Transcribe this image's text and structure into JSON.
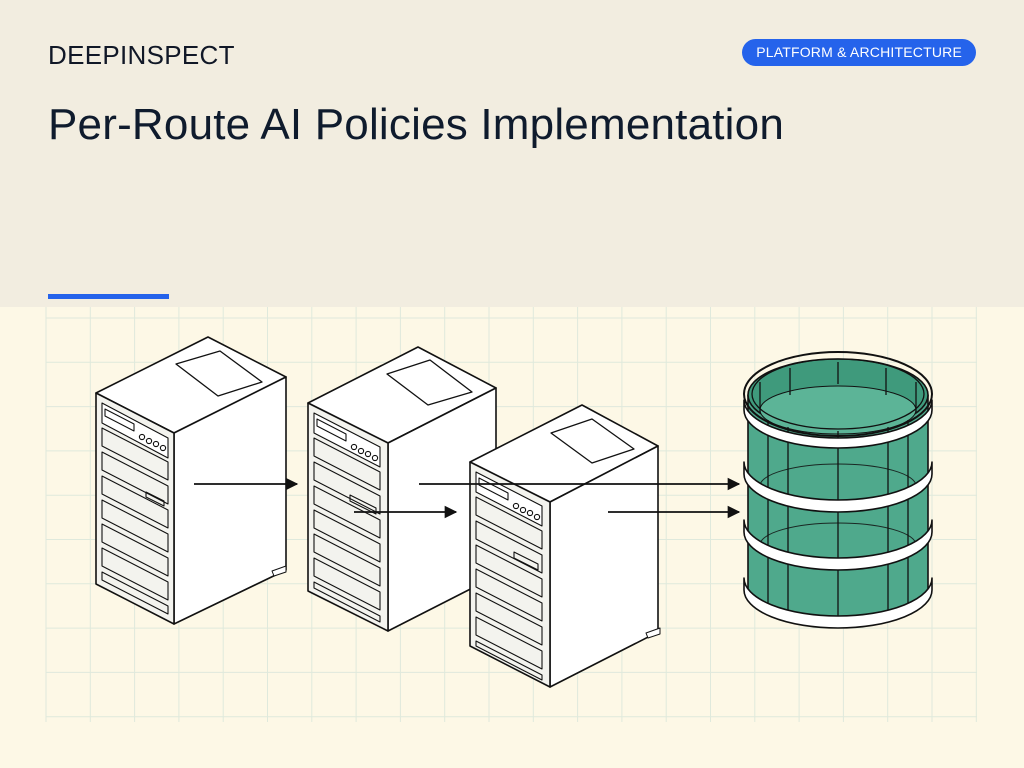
{
  "header": {
    "brand": "DEEPINSPECT",
    "category_badge": "PLATFORM & ARCHITECTURE",
    "title": "Per-Route AI Policies Implementation"
  },
  "colors": {
    "header_background": "#f2ede0",
    "canvas_background": "#fdf8e6",
    "grid_lines": "#dfe9dc",
    "accent": "#2563eb",
    "title_text": "#0f1b2d",
    "database_fill": "#4fa98c",
    "server_outline": "#111111"
  },
  "diagram": {
    "nodes": [
      {
        "id": "server-1",
        "kind": "server-tower"
      },
      {
        "id": "server-2",
        "kind": "server-tower"
      },
      {
        "id": "server-3",
        "kind": "server-tower"
      },
      {
        "id": "database",
        "kind": "database-cylinder"
      }
    ],
    "edges": [
      {
        "from": "server-1",
        "to": "server-2"
      },
      {
        "from": "server-2",
        "to": "server-3"
      },
      {
        "from": "server-2",
        "to": "database"
      },
      {
        "from": "server-3",
        "to": "database"
      }
    ]
  }
}
